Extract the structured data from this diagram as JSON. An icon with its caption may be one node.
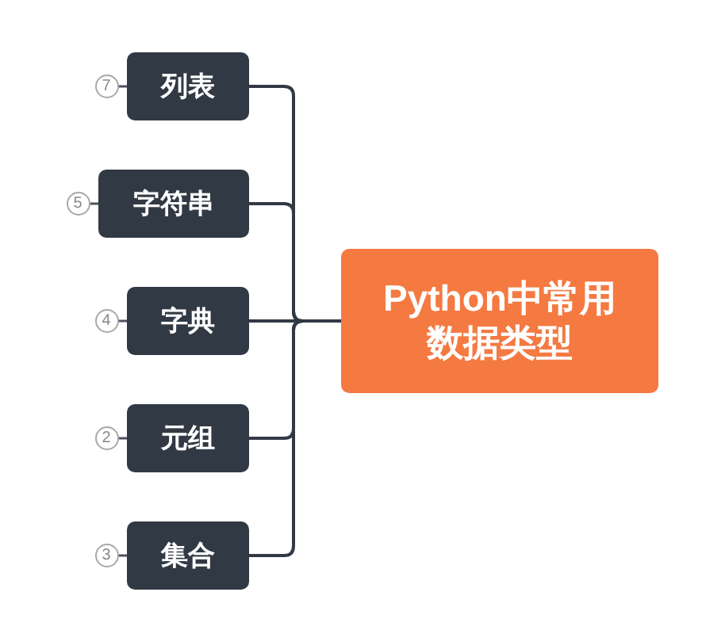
{
  "diagram": {
    "nodes": [
      {
        "text": [
          "Python中常用数据类型"
        ]
      },
      {
        "text": [
          "列表"
        ]
      },
      {
        "text": [
          "字符串"
        ]
      },
      {
        "text": [
          "字典"
        ]
      },
      {
        "text": [
          "元组"
        ]
      },
      {
        "text": [
          "集合"
        ]
      },
      {
        "text": [
          "7"
        ]
      },
      {
        "text": [
          "5"
        ]
      },
      {
        "text": [
          "4"
        ]
      },
      {
        "text": [
          "2"
        ]
      },
      {
        "text": [
          "3"
        ]
      }
    ],
    "edges": [
      {
        "from": 0,
        "to": 1,
        "arrow": "none"
      },
      {
        "from": 0,
        "to": 2,
        "arrow": "none"
      },
      {
        "from": 0,
        "to": 3,
        "arrow": "none"
      },
      {
        "from": 0,
        "to": 4,
        "arrow": "none"
      },
      {
        "from": 0,
        "to": 5,
        "arrow": "none"
      },
      {
        "from": 1,
        "to": 6,
        "arrow": "none"
      },
      {
        "from": 2,
        "to": 7,
        "arrow": "none"
      },
      {
        "from": 3,
        "to": 8,
        "arrow": "none"
      },
      {
        "from": 4,
        "to": 9,
        "arrow": "none"
      },
      {
        "from": 5,
        "to": 10,
        "arrow": "none"
      }
    ]
  }
}
